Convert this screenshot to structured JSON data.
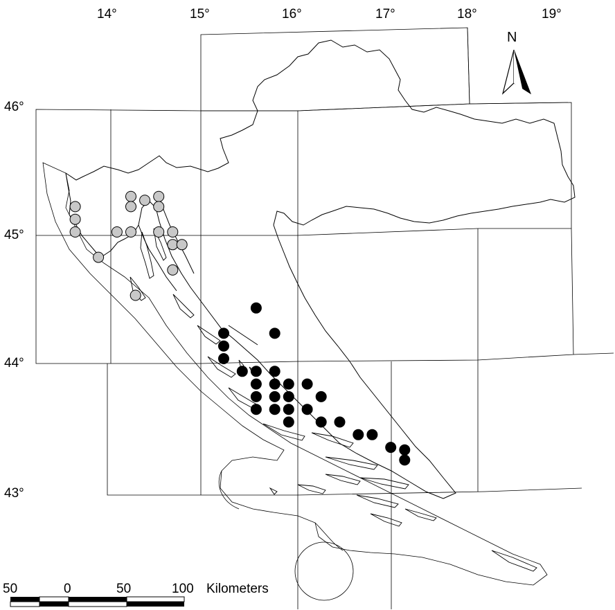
{
  "map": {
    "longitude_labels": [
      {
        "deg": 14,
        "text": "14"
      },
      {
        "deg": 15,
        "text": "15"
      },
      {
        "deg": 16,
        "text": "16"
      },
      {
        "deg": 17,
        "text": "17"
      },
      {
        "deg": 18,
        "text": "18"
      },
      {
        "deg": 19,
        "text": "19"
      }
    ],
    "latitude_labels": [
      {
        "deg": 46,
        "text": "46"
      },
      {
        "deg": 45,
        "text": "45"
      },
      {
        "deg": 44,
        "text": "44"
      },
      {
        "deg": 43,
        "text": "43"
      }
    ],
    "degree_symbol": "°",
    "north_label": "N",
    "scale_bar": {
      "labels": [
        "50",
        "0",
        "50",
        "100"
      ],
      "unit": "Kilometers"
    },
    "points": {
      "grey_sites": [
        [
          13.6,
          45.25
        ],
        [
          13.6,
          45.15
        ],
        [
          13.6,
          45.05
        ],
        [
          13.85,
          44.85
        ],
        [
          14.05,
          45.05
        ],
        [
          14.2,
          45.05
        ],
        [
          14.2,
          45.33
        ],
        [
          14.2,
          45.25
        ],
        [
          14.35,
          45.3
        ],
        [
          14.5,
          45.33
        ],
        [
          14.5,
          45.25
        ],
        [
          14.5,
          45.05
        ],
        [
          14.65,
          45.05
        ],
        [
          14.65,
          44.95
        ],
        [
          14.75,
          44.95
        ],
        [
          14.65,
          44.75
        ],
        [
          14.25,
          44.55
        ]
      ],
      "black_sites": [
        [
          15.55,
          44.45
        ],
        [
          15.75,
          44.25
        ],
        [
          15.2,
          44.25
        ],
        [
          15.2,
          44.15
        ],
        [
          15.2,
          44.05
        ],
        [
          15.4,
          43.95
        ],
        [
          15.55,
          43.95
        ],
        [
          15.75,
          43.95
        ],
        [
          15.55,
          43.85
        ],
        [
          15.75,
          43.85
        ],
        [
          15.9,
          43.85
        ],
        [
          16.1,
          43.85
        ],
        [
          15.55,
          43.75
        ],
        [
          15.75,
          43.75
        ],
        [
          15.9,
          43.75
        ],
        [
          16.25,
          43.75
        ],
        [
          15.55,
          43.65
        ],
        [
          15.75,
          43.65
        ],
        [
          15.9,
          43.65
        ],
        [
          16.1,
          43.65
        ],
        [
          15.9,
          43.55
        ],
        [
          16.25,
          43.55
        ],
        [
          16.45,
          43.55
        ],
        [
          16.65,
          43.45
        ],
        [
          16.8,
          43.45
        ],
        [
          17.0,
          43.35
        ],
        [
          17.15,
          43.33
        ],
        [
          17.15,
          43.25
        ]
      ]
    }
  }
}
